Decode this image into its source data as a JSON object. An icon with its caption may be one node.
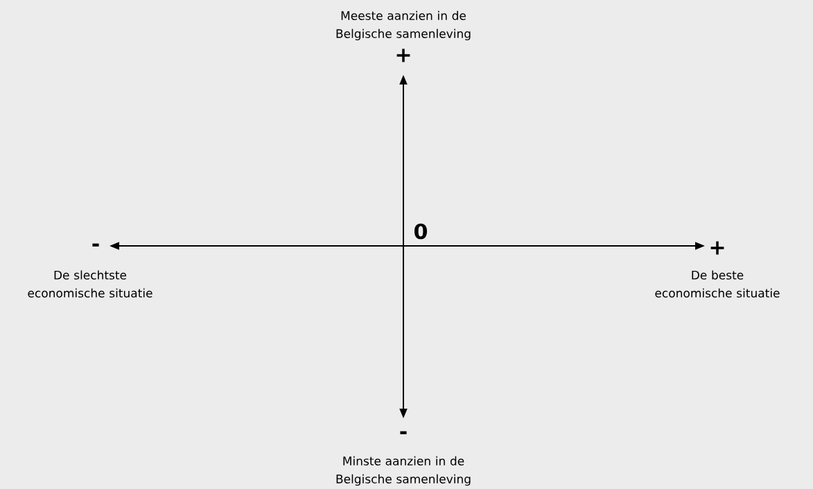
{
  "diagram": {
    "labels": [
      "Meeste aanzien in de Belgische samenleving",
      "+",
      "0",
      "-",
      "De slechtste economische situatie",
      "+",
      "De beste economische situatie",
      "-",
      "Minste aanzien in de Belgische samenleving"
    ]
  }
}
